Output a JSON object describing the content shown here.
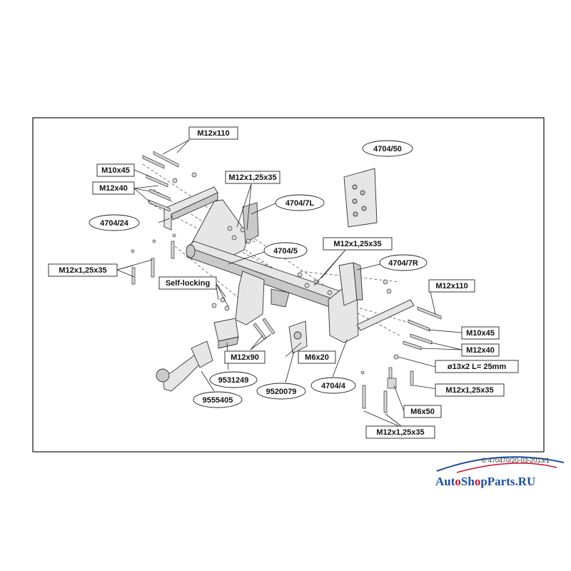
{
  "labels": {
    "m12x110_top": "M12x110",
    "m10x45_left": "M10x45",
    "m12x40_left": "M12x40",
    "p4704_24": "4704/24",
    "m12x125x35_top": "M12x1,25x35",
    "p4704_7l": "4704/7L",
    "p4704_50": "4704/50",
    "m12x125x35_left": "M12x1,25x35",
    "p4704_5": "4704/5",
    "m12x125x35_mid": "M12x1,25x35",
    "p4704_7r": "4704/7R",
    "self_locking": "Self-locking",
    "m12x110_right": "M12x110",
    "m10x45_right": "M10x45",
    "m12x40_right": "M12x40",
    "m12x90": "M12x90",
    "m6x20": "M6x20",
    "d13x2": "ø13x2 L= 25mm",
    "p9531249": "9531249",
    "p9520079": "9520079",
    "p4704_4": "4704/4",
    "m12x125x35_right": "M12x1,25x35",
    "p9555405": "9555405",
    "m6x50": "M6x50",
    "m12x125x35_bottom": "M12x1,25x35"
  },
  "footer": {
    "copyright": "© 470470/20-03-2013/1",
    "watermark_blue_1": "Aut",
    "watermark_red_1": "o",
    "watermark_blue_2": "Sh",
    "watermark_red_2": "o",
    "watermark_blue_3": "pParts.RU"
  }
}
